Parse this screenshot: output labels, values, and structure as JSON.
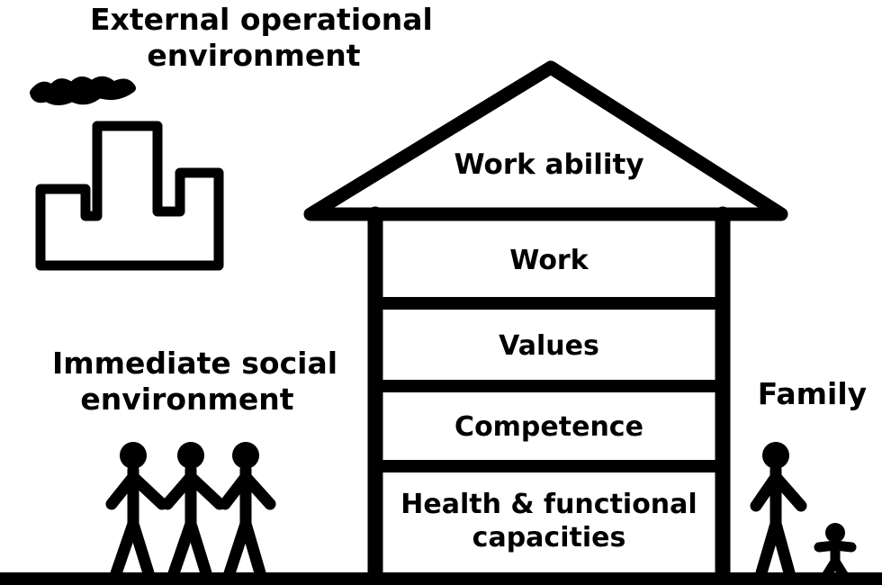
{
  "labels": {
    "external_line1": "External operational",
    "external_line2": "environment",
    "social_line1": "Immediate social",
    "social_line2": "environment",
    "family": "Family"
  },
  "house": {
    "roof": "Work ability",
    "floors": [
      {
        "line1": "Work",
        "line2": ""
      },
      {
        "line1": "Values",
        "line2": ""
      },
      {
        "line1": "Competence",
        "line2": ""
      },
      {
        "line1": "Health & functional",
        "line2": "capacities"
      }
    ]
  },
  "icons": [
    "factory-icon",
    "smoke-icon",
    "people-group-icon",
    "adult-figure-icon",
    "child-figure-icon"
  ],
  "colors": {
    "ink": "#000000",
    "background": "#ffffff"
  }
}
